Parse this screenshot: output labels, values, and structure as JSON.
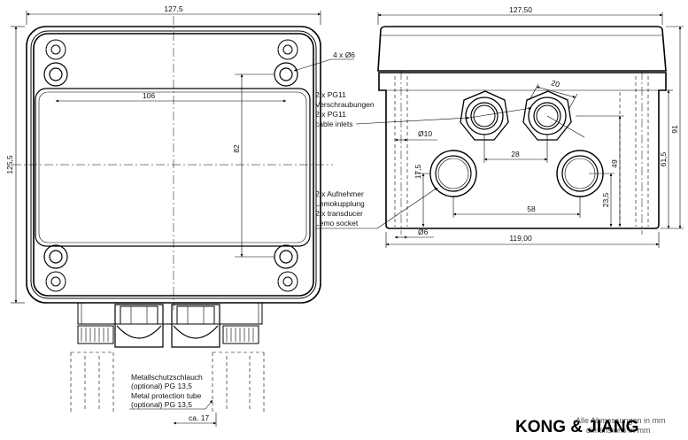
{
  "front_view": {
    "width_dim": "127,5",
    "height_dim": "125,5",
    "inner_width_dim": "106",
    "inner_height_dim": "82",
    "holes_label": "4 x Ø6"
  },
  "side_view": {
    "width_top_dim": "127,50",
    "width_bottom_dim": "119,00",
    "height_dim": "91",
    "body_height_dim": "61,5",
    "level_upper_dim": "49",
    "level_lower_dim": "23,5",
    "left_offset_dim": "17,5",
    "diam_small_dim": "Ø10",
    "diam_hole_dim": "Ø6",
    "gland_spacing_dim": "28",
    "socket_spacing_dim": "58",
    "gland_size_dim": "20"
  },
  "callouts": {
    "glands": [
      "2 x PG11",
      "Verschraubungen",
      "2 x PG11",
      "cable inlets"
    ],
    "sockets": [
      "2 x Aufnehmer",
      "Lemokupplung",
      "2 x transducer",
      "Lemo socket"
    ],
    "conduit": [
      "Metallschutzschlauch",
      "(optional) PG 13,5",
      "Metal protection tube",
      "(optional) PG 13,5"
    ],
    "conduit_len": "ca. 17"
  },
  "brand": "KONG & JIANG",
  "watermark": [
    "Alle Abmessungen in mm",
    "dimensions in mm"
  ]
}
